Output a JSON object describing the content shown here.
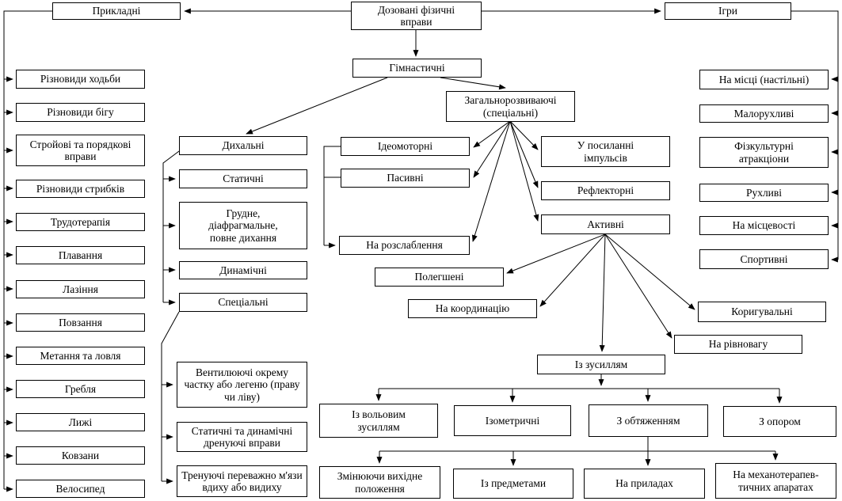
{
  "colors": {
    "ink": "#000000",
    "paper": "#ffffff"
  },
  "root": {
    "label": "Дозовані фізичні вправи"
  },
  "applied": {
    "label": "Прикладні",
    "items": [
      "Різновиди ходьби",
      "Різновиди бігу",
      "Стройові та порядкові вправи",
      "Різновиди стрибків",
      "Трудотерапія",
      "Плавання",
      "Лазіння",
      "Повзання",
      "Метання та ловля",
      "Гребля",
      "Лижі",
      "Ковзани",
      "Велосипед"
    ]
  },
  "games": {
    "label": "Ігри",
    "items": [
      "На місці (настільні)",
      "Малорухливі",
      "Фізкультурні атракціони",
      "Рухливі",
      "На місцевості",
      "Спортивні"
    ]
  },
  "gymnastic": {
    "label": "Гімнастичні",
    "breathing": {
      "label": "Дихальні",
      "items": [
        "Статичні",
        "Грудне, діафрагмальне, повне дихання",
        "Динамічні",
        "Спеціальні"
      ],
      "special_items": [
        "Вентилюючі окрему частку або легеню (праву чи ліву)",
        "Статичні та динамічні дренуючі вправи",
        "Тренуючі переважно м'язи вдиху або видиху"
      ]
    },
    "general": {
      "label": "Загальнорозвиваючі (спеціальні)",
      "ideomotor": "Ідеомоторні",
      "passive": "Пасивні",
      "relaxation": "На розслаблення",
      "impulse_sending": "У посиланні імпульсів",
      "reflex": "Рефлекторні",
      "active": {
        "label": "Активні",
        "facilitated": "Полегшені",
        "coordination": "На координацію",
        "corrective": "Коригувальні",
        "balance": "На рівновагу",
        "with_effort": {
          "label": "Із зусиллям",
          "items": [
            "Із вольовим зусиллям",
            "Ізометричні",
            "З обтяженням",
            "З опором"
          ],
          "weighted_items": [
            "Змінюючи вихідне положення",
            "Із предметами",
            "На приладах",
            "На механотерапев-тичних апаратах"
          ]
        }
      }
    }
  }
}
